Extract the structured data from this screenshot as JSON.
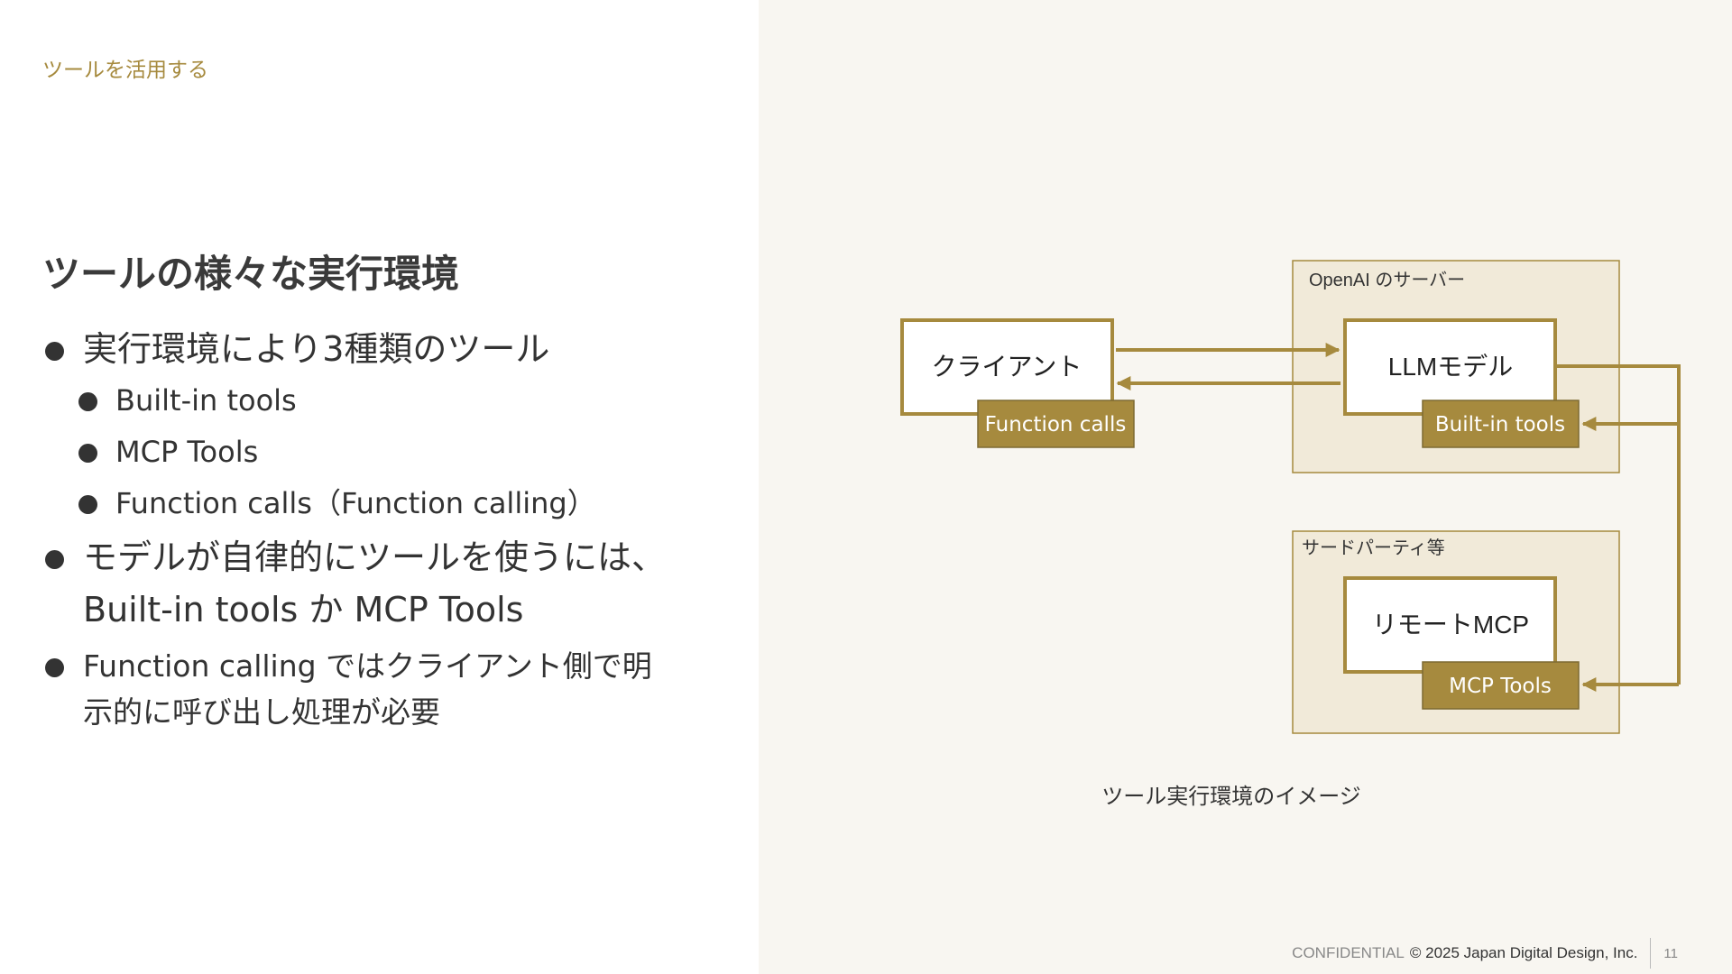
{
  "header": {
    "section": "ツールを活用する"
  },
  "title": "ツールの様々な実行環境",
  "bullets": {
    "b1": "実行環境により3種類のツール",
    "b1_sub": [
      "Built-in tools",
      "MCP Tools",
      "Function calls（Function calling）"
    ],
    "b2_line1": "モデルが自律的にツールを使うには、",
    "b2_line2": "Built-in tools か MCP Tools",
    "b3_line1": "Function calling ではクライアント側で明",
    "b3_line2": "示的に呼び出し処理が必要"
  },
  "diagram": {
    "openai_group_label": "OpenAI のサーバー",
    "third_party_group_label": "サードパーティ等",
    "client_label": "クライアント",
    "function_calls_tag": "Function calls",
    "llm_label": "LLMモデル",
    "builtin_tag": "Built-in tools",
    "remote_mcp_label": "リモートMCP",
    "mcp_tools_tag": "MCP Tools",
    "caption": "ツール実行環境のイメージ",
    "colors": {
      "accent": "#a68a3e",
      "group_fill": "#f1ead9",
      "panel": "#f8f6f1"
    }
  },
  "footer": {
    "confidential": "CONFIDENTIAL",
    "copyright": "© 2025 Japan Digital Design, Inc.",
    "page": "11"
  }
}
